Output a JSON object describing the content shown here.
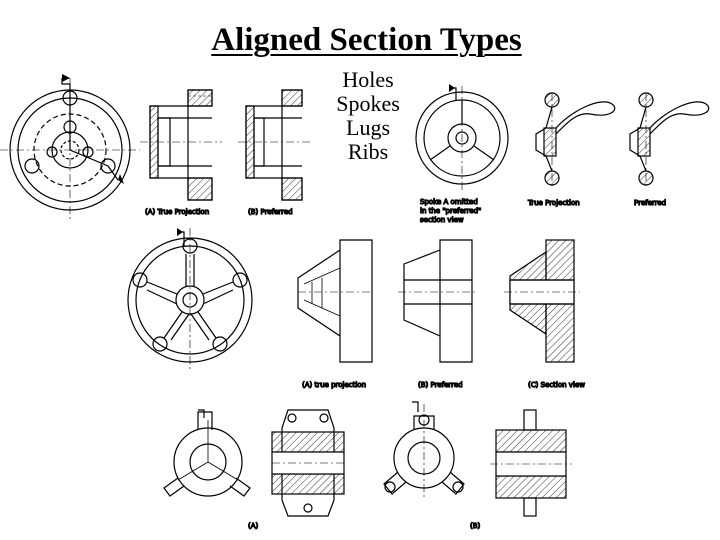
{
  "slide": {
    "title": "Aligned Section Types",
    "types": [
      "Holes",
      "Spokes",
      "Lugs",
      "Ribs"
    ]
  },
  "captions": {
    "holes_true": "(A) True Projection",
    "holes_preferred": "(B) Preferred",
    "spokes_note_1": "Spoke A omitted",
    "spokes_note_2": "in the \"preferred\"",
    "spokes_note_3": "section view",
    "spokes_true": "True Projection",
    "spokes_preferred": "Preferred",
    "ribs_true": "(A) true projection",
    "ribs_preferred": "(B) Preferred",
    "ribs_section": "(C) Section view",
    "lugs_a": "(A)",
    "lugs_b": "(B)"
  }
}
